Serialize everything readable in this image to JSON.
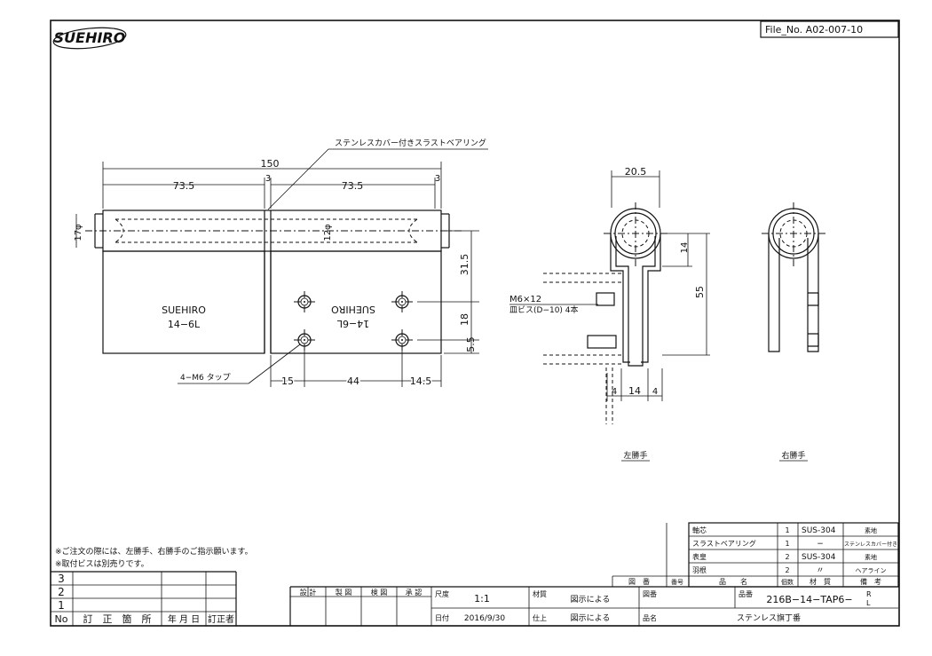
{
  "header": {
    "logo": "SUEHIRO",
    "file_no": "File_No. A02-007-10"
  },
  "front_view": {
    "dim_total": "150",
    "dim_left": "73.5",
    "dim_gap1": "3",
    "dim_right": "73.5",
    "dim_gap2": "3",
    "dim_dia17": "17φ",
    "dim_dia12": "12φ",
    "dim_31_5": "31.5",
    "dim_18": "18",
    "dim_5_5": "5.5",
    "dim_15": "15",
    "dim_44": "44",
    "dim_14_5": "14.5",
    "bearing_label": "ステンレスカバー付きスラストベアリング",
    "tap_label": "4−M6 タップ",
    "stamp_brand": "SUEHIRO",
    "stamp_model": "14−6L"
  },
  "side_view_left": {
    "dim_20_5": "20.5",
    "dim_14_top": "14",
    "dim_55": "55",
    "screw_line1": "M6×12",
    "screw_line2": "皿ビス(D−10) 4本",
    "dim_4a": "4",
    "dim_14_bottom": "14",
    "dim_4b": "4",
    "caption": "左勝手"
  },
  "side_view_right": {
    "caption": "右勝手"
  },
  "parts_table": {
    "rows": [
      {
        "name": "軸芯",
        "qty": "1",
        "material": "SUS-304",
        "note": "素地"
      },
      {
        "name": "スラストベアリング",
        "qty": "1",
        "material": "−",
        "note": "ステンレスカバー付き"
      },
      {
        "name": "表皇",
        "qty": "2",
        "material": "SUS-304",
        "note": "素地"
      },
      {
        "name": "羽根",
        "qty": "2",
        "material": "〃",
        "note": "ヘアライン"
      }
    ],
    "header": {
      "zuban": "図　番",
      "no": "番号",
      "name": "品　　名",
      "qty": "個数",
      "material": "材　質",
      "note": "備　考"
    }
  },
  "notes": {
    "line1": "※ご注文の際には、左勝手、右勝手のご指示願います。",
    "line2": "※取付ビスは別売りです。"
  },
  "revision": {
    "rows": [
      "3",
      "2",
      "1"
    ],
    "header_no": "No",
    "header_desc": "訂　正　箇　所",
    "header_date": "年 月 日",
    "header_by": "訂正者"
  },
  "title_block": {
    "sekkei": "設 計",
    "seizu": "製 図",
    "kenzu": "検 図",
    "shounin": "承 認",
    "scale_label": "尺度",
    "scale_value": "1:1",
    "date_label": "日付",
    "date_value": "2016/9/30",
    "material_label": "材質",
    "material_value": "図示による",
    "finish_label": "仕上",
    "finish_value": "図示による",
    "zuban_label": "図番",
    "hinban_label": "品番",
    "hinban_value": "216B−14−TAP6−",
    "hinban_r": "R",
    "hinban_l": "L",
    "hinmei_label": "品名",
    "hinmei_value": "ステンレス旗丁番"
  }
}
